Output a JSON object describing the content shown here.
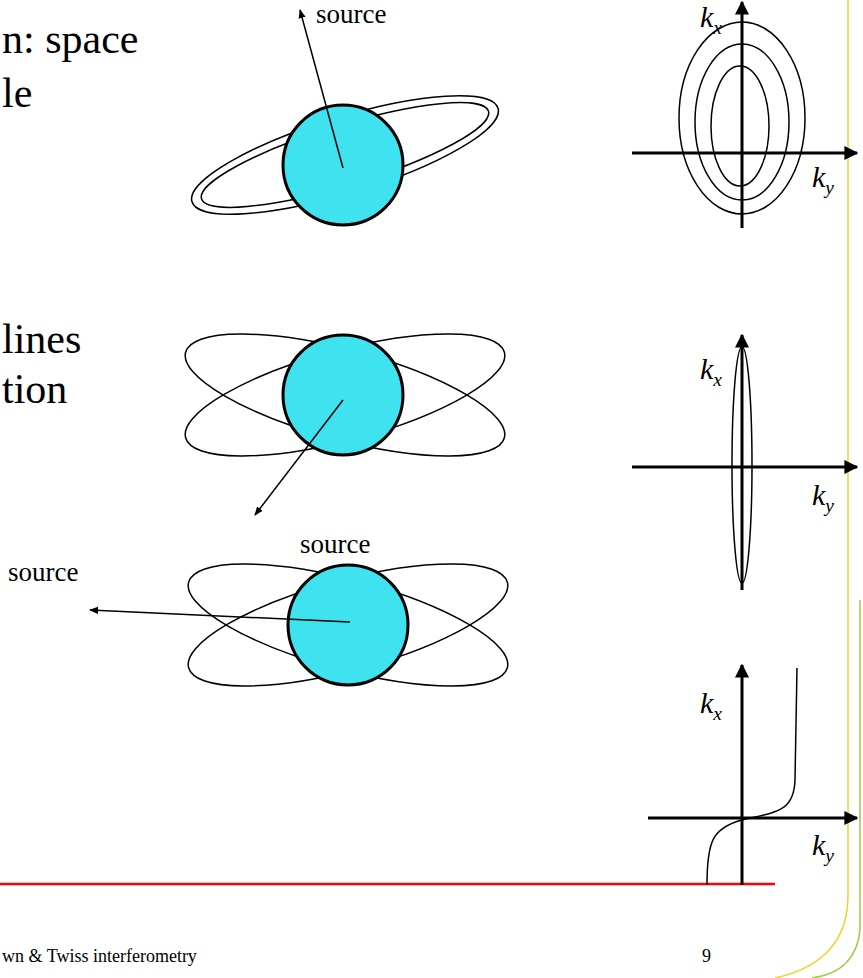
{
  "diagram": {
    "labels": [
      "n: space",
      "le",
      "source",
      "kx",
      "ky",
      "lines",
      "tion",
      "kx",
      "ky",
      "source",
      "source",
      "kx",
      "ky",
      "wn & Twiss interferometry",
      "9"
    ]
  }
}
